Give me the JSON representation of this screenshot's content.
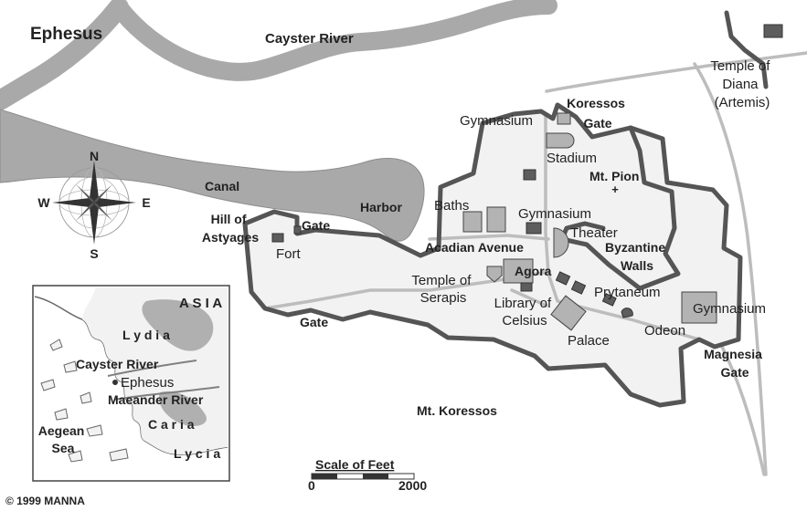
{
  "title": "Ephesus",
  "copyright": "© 1999 MANNA",
  "compass": {
    "n": "N",
    "s": "S",
    "e": "E",
    "w": "W",
    "icon": "compass-rose-icon"
  },
  "labels": {
    "cayster_river": "Cayster River",
    "temple_of_diana": [
      "Temple of",
      "Diana",
      "(Artemis)"
    ],
    "koressos_gate": [
      "Koressos",
      "Gate"
    ],
    "gymnasium_north": "Gymnasium",
    "stadium": "Stadium",
    "mt_pion": "Mt. Pion",
    "canal": "Canal",
    "harbor": "Harbor",
    "baths": "Baths",
    "gymnasium_center": "Gymnasium",
    "theater": "Theater",
    "hill_of_astyages": [
      "Hill of",
      "Astyages"
    ],
    "gate_west": "Gate",
    "fort": "Fort",
    "acadian_avenue": "Acadian Avenue",
    "byzantine_walls": [
      "Byzantine",
      "Walls"
    ],
    "temple_of_serapis": [
      "Temple of",
      "Serapis"
    ],
    "agora": "Agora",
    "prytaneum": "Prytaneum",
    "gymnasium_east": "Gymnasium",
    "library_of_celsius": [
      "Library of",
      "Celsius"
    ],
    "odeon": "Odeon",
    "palace": "Palace",
    "gate_south": "Gate",
    "magnesia_gate": [
      "Magnesia",
      "Gate"
    ],
    "mt_koressos": "Mt. Koressos"
  },
  "inset": {
    "asia": "A S I A",
    "lydia": "L y d i a",
    "cayster_river": "Cayster River",
    "ephesus": "Ephesus",
    "maeander_river": "Maeander River",
    "caria": "C a r i a",
    "aegean_sea": [
      "Aegean",
      "Sea"
    ],
    "lycia": "L y c i a"
  },
  "scale": {
    "title": "Scale of Feet",
    "min": "0",
    "max": "2000"
  },
  "colors": {
    "water": "#a9a9a9",
    "wall": "#555555",
    "building_dark": "#5d5d5d",
    "building_light": "#b3b3b3"
  }
}
